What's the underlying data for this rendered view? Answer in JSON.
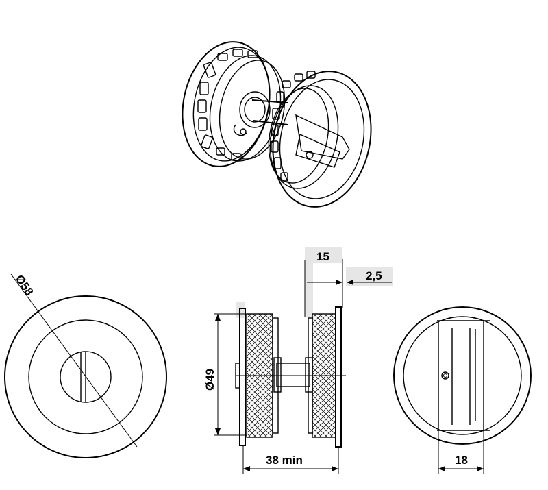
{
  "dimensions": {
    "outer_diameter": "Ø58",
    "inner_diameter": "Ø49",
    "depth": "15",
    "flange_thickness": "2,5",
    "min_length": "38 min",
    "width": "18"
  },
  "colors": {
    "line": "#000000",
    "highlight": "#e6e6e6",
    "background": "#ffffff"
  }
}
